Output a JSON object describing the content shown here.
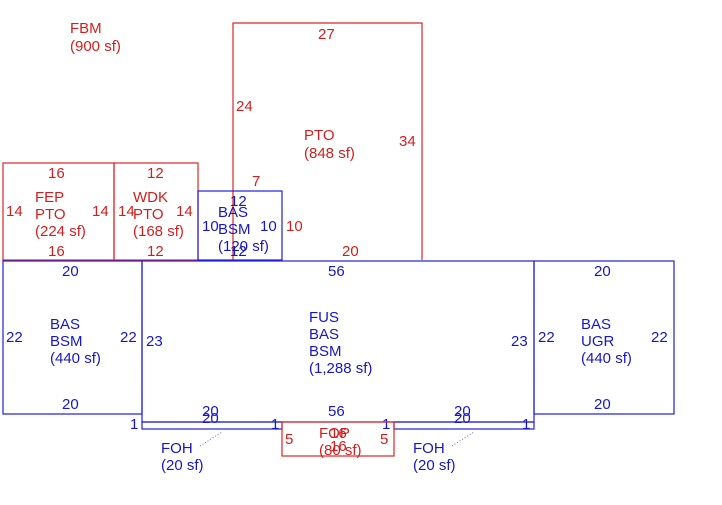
{
  "fbm": {
    "code": "FBM",
    "area": "(900 sf)"
  },
  "pto_big": {
    "code": "PTO",
    "area": "(848 sf)",
    "dims": {
      "top": "27",
      "left": "24",
      "right": "34",
      "bottom": "20",
      "left_low": "7",
      "right_low": "10"
    }
  },
  "fep_pto": {
    "code1": "FEP",
    "code2": "PTO",
    "area": "(224 sf)",
    "dims": {
      "top": "16",
      "bottom": "16",
      "left": "14",
      "right": "14"
    }
  },
  "wdk_pto": {
    "code1": "WDK",
    "code2": "PTO",
    "area": "(168 sf)",
    "dims": {
      "top": "12",
      "bottom": "12",
      "left": "14",
      "right": "14"
    }
  },
  "bas_small": {
    "code1": "BAS",
    "code2": "BSM",
    "area": "(120 sf)",
    "dims": {
      "top": "12",
      "bottom": "12",
      "left": "10",
      "right": "10"
    }
  },
  "bas_left": {
    "code1": "BAS",
    "code2": "BSM",
    "area": "(440 sf)",
    "dims": {
      "top": "20",
      "bottom": "20",
      "left": "22",
      "right": "22"
    }
  },
  "fus": {
    "code1": "FUS",
    "code2": "BAS",
    "code3": "BSM",
    "area": "(1,288 sf)",
    "dims": {
      "top": "56",
      "bottom": "56",
      "left": "23",
      "right": "23"
    }
  },
  "bas_right": {
    "code1": "BAS",
    "code2": "UGR",
    "area": "(440 sf)",
    "dims": {
      "top": "20",
      "bottom": "20",
      "left": "22",
      "right": "22"
    }
  },
  "foh_left": {
    "code": "FOH",
    "area": "(20 sf)",
    "dims": {
      "top": "20",
      "bottom": "20",
      "left": "1",
      "right": "1"
    }
  },
  "foh_right": {
    "code": "FOH",
    "area": "(20 sf)",
    "dims": {
      "top": "20",
      "bottom": "20",
      "left": "1",
      "right": "1"
    }
  },
  "fop": {
    "code": "FOP",
    "area": "(80 sf)",
    "dims": {
      "top": "16",
      "bottom": "16",
      "left": "5",
      "right": "5"
    }
  }
}
